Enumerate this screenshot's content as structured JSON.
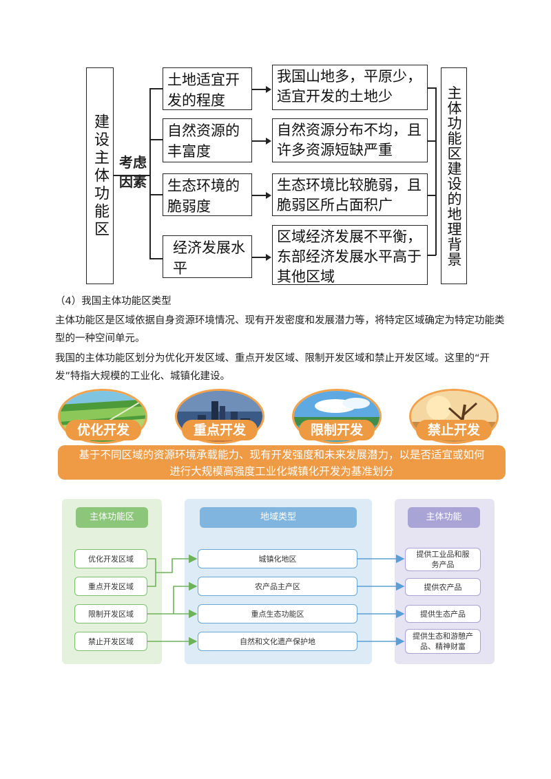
{
  "diagram1": {
    "left_title": "建设主体功能区",
    "middle_label": "考虑因素",
    "right_title": "主体功能区建设的地理背景",
    "rows": [
      {
        "factor": "土地适宜开发的程度",
        "description": "我国山地多，平原少，适宜开发的土地少"
      },
      {
        "factor": "自然资源的丰富度",
        "description": "自然资源分布不均，且许多资源短缺严重"
      },
      {
        "factor": "生态环境的脆弱度",
        "description": "生态环境比较脆弱，且脆弱区所占面积广"
      },
      {
        "factor": "经济发展水平",
        "description": "区域经济发展不平衡，东部经济发展水平高于其他区域"
      }
    ]
  },
  "section": {
    "heading": "（4）我国主体功能区类型",
    "para1": "主体功能区是区域依据自身资源环境情况、现有开发密度和发展潜力等，将特定区域确定为特定功能类型的一种空间单元。",
    "para2": "我国的主体功能区划分为优化开发区域、重点开发区域、限制开发区域和禁止开发区域。这里的“开发”特指大规模的工业化、城镇化建设。"
  },
  "banner": {
    "labels": [
      "优化开发",
      "重点开发",
      "限制开发",
      "禁止开发"
    ],
    "caption": "基于不同区域的资源环境承载能力、现有开发强度和未来发展潜力，以是否适宜或如何进行大规模高强度工业化城镇化开发为基准划分"
  },
  "diagram2": {
    "col1_title": "主体功能区",
    "col2_title": "地域类型",
    "col3_title": "主体功能",
    "zones": [
      "优化开发区域",
      "重点开发区域",
      "限制开发区域",
      "禁止开发区域"
    ],
    "regions": [
      "城镇化地区",
      "农产品主产区",
      "重点生态功能区",
      "自然和文化遗产保护地"
    ],
    "functions": [
      "提供工业品和服务产品",
      "提供农产品",
      "提供生态产品",
      "提供生态和游憩产品、精神财富"
    ]
  },
  "colors": {
    "orange": "#ef9a45",
    "green": "#7fbf6c",
    "blue": "#6aa8d6",
    "purple": "#a6a2d2"
  }
}
